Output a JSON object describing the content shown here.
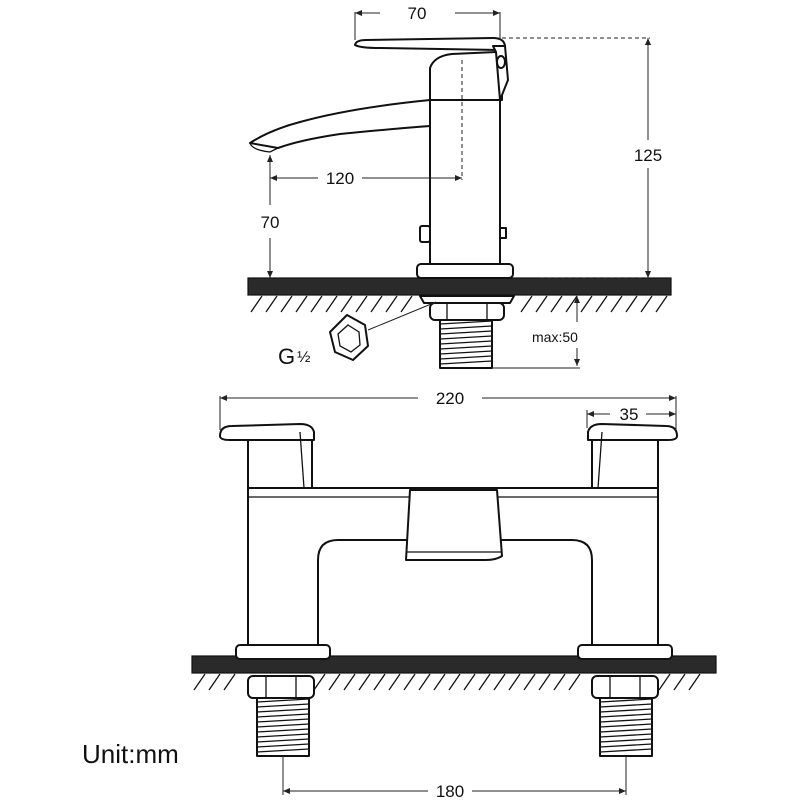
{
  "top_view": {
    "dim_top_width": "70",
    "dim_spout_reach": "120",
    "dim_height": "125",
    "dim_spout_height": "70",
    "dim_max_deck": "max:50",
    "thread": {
      "letter": "G",
      "fraction": "½"
    }
  },
  "bottom_view": {
    "dim_total_width": "220",
    "dim_handle_width": "35",
    "dim_centers": "180"
  },
  "unit_label": "Unit:mm",
  "colors": {
    "line": "#111111",
    "deck": "#2a2a2a",
    "background": "#ffffff"
  }
}
